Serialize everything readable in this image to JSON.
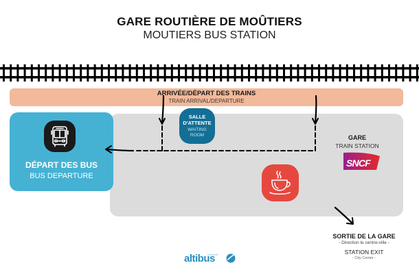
{
  "header": {
    "title": "GARE ROUTIÈRE DE MOÛTIERS",
    "subtitle": "MOUTIERS BUS STATION"
  },
  "train_platform": {
    "label_fr": "ARRIVÉE/DÉPART DES TRAINS",
    "label_en": "TRAIN ARRIVAL/DEPARTURE"
  },
  "bus_departure": {
    "icon": "bus-icon",
    "label_fr": "DÉPART DES BUS",
    "label_en": "BUS DEPARTURE"
  },
  "waiting_room": {
    "label_fr_1": "SALLE",
    "label_fr_2": "D'ATTENTE",
    "label_en_1": "WAITING",
    "label_en_2": "ROOM"
  },
  "train_station": {
    "label_fr": "GARE",
    "label_en": "TRAIN STATION",
    "brand": "SNCF"
  },
  "cafe": {
    "icon": "coffee-cup-icon"
  },
  "station_exit": {
    "label_fr": "SORTIE DE LA GARE",
    "direction_fr": "- Direction le centre-ville -",
    "label_en": "STATION EXIT",
    "direction_en": "- City Center -"
  },
  "footer": {
    "logo": "altibus",
    "logo_small": "transports"
  },
  "colors": {
    "train_bar": "#f2b99a",
    "station_area": "#dcdcdc",
    "bus_box": "#45b2d3",
    "waiting_room": "#136f95",
    "cafe": "#e6483f",
    "sncf_start": "#9b1f8c",
    "sncf_end": "#e32a2a",
    "altibus": "#2a8fc1"
  }
}
